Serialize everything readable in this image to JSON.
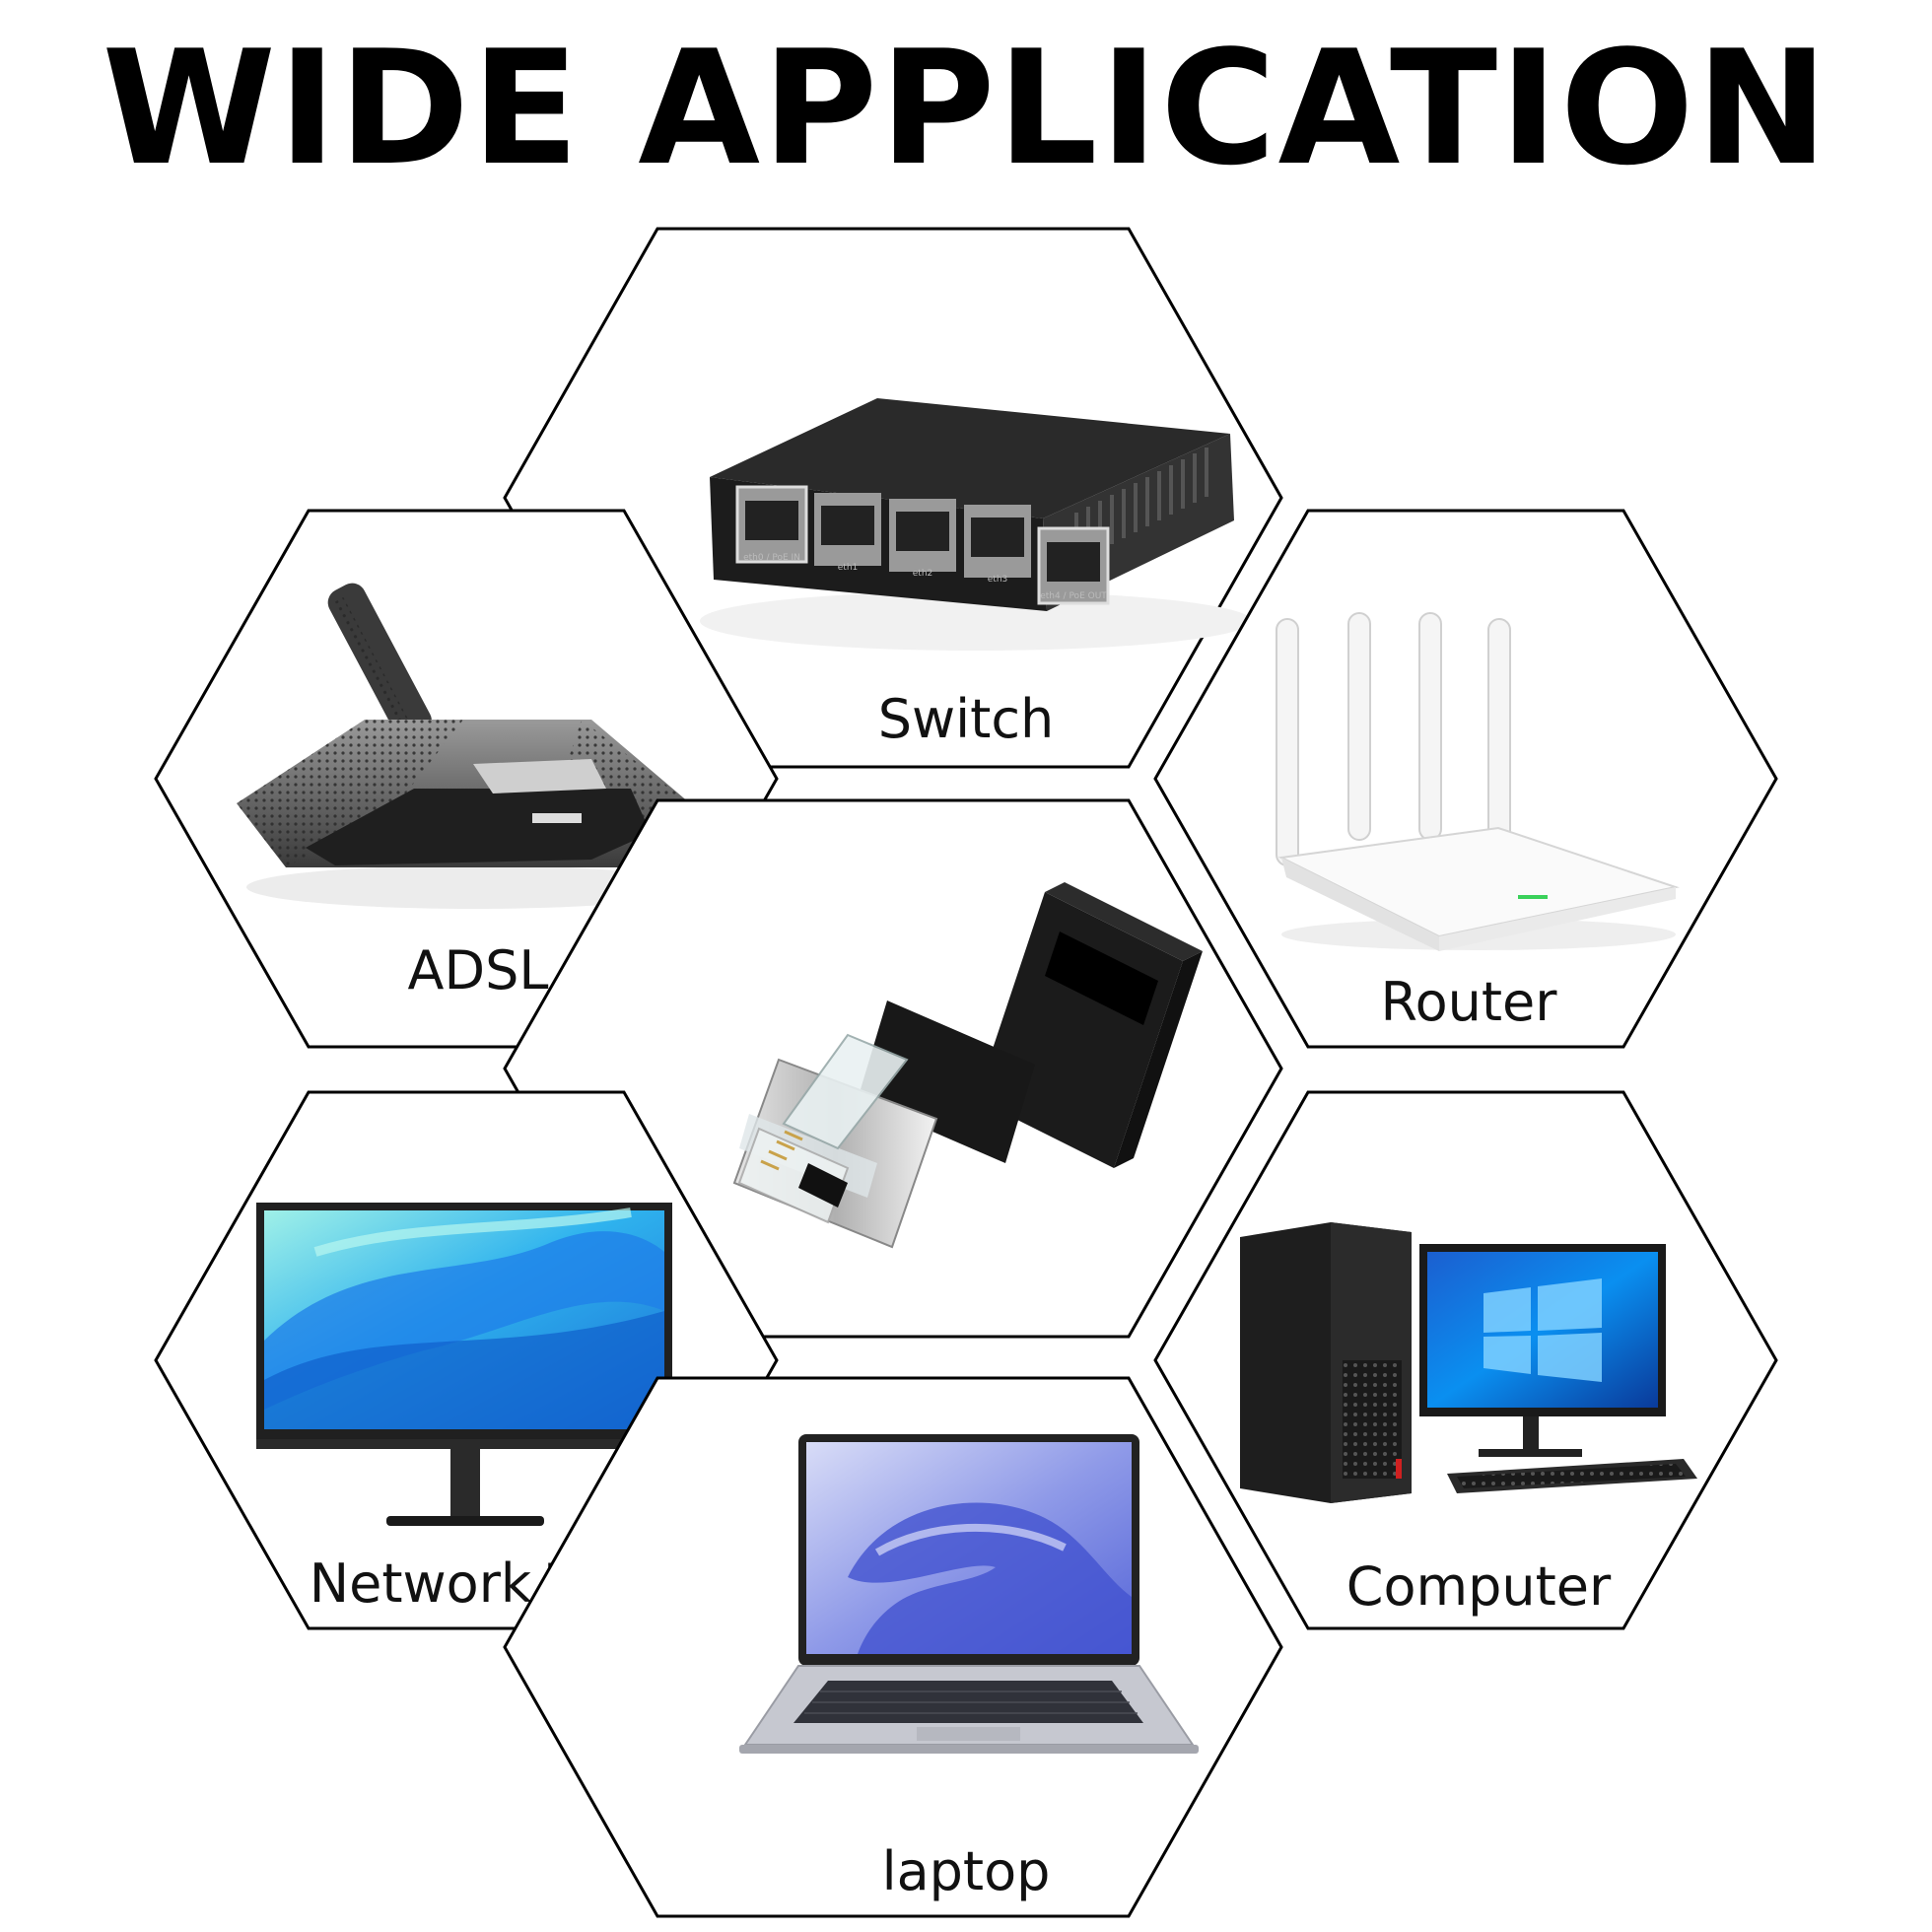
{
  "title": "WIDE APPLICATION",
  "applications": [
    {
      "id": "switch",
      "label": "Switch",
      "image": "network-switch"
    },
    {
      "id": "adsl",
      "label": "ADSL",
      "image": "adsl-modem"
    },
    {
      "id": "router",
      "label": "Router",
      "image": "wifi-router"
    },
    {
      "id": "adapter",
      "label": "",
      "image": "rj45-adapter"
    },
    {
      "id": "network-tv",
      "label": "Network TV",
      "image": "monitor"
    },
    {
      "id": "computer",
      "label": "Computer",
      "image": "desktop-computer"
    },
    {
      "id": "laptop",
      "label": "laptop",
      "image": "laptop"
    }
  ],
  "device_text": {
    "switch_ports": [
      "eth0 / PoE IN",
      "eth1",
      "eth2",
      "eth3",
      "eth4 / PoE OUT"
    ]
  },
  "colors": {
    "background": "#ffffff",
    "outline": "#000000",
    "screen_blue": "#1e8fe0",
    "screen_cyan": "#6fe3f0"
  }
}
